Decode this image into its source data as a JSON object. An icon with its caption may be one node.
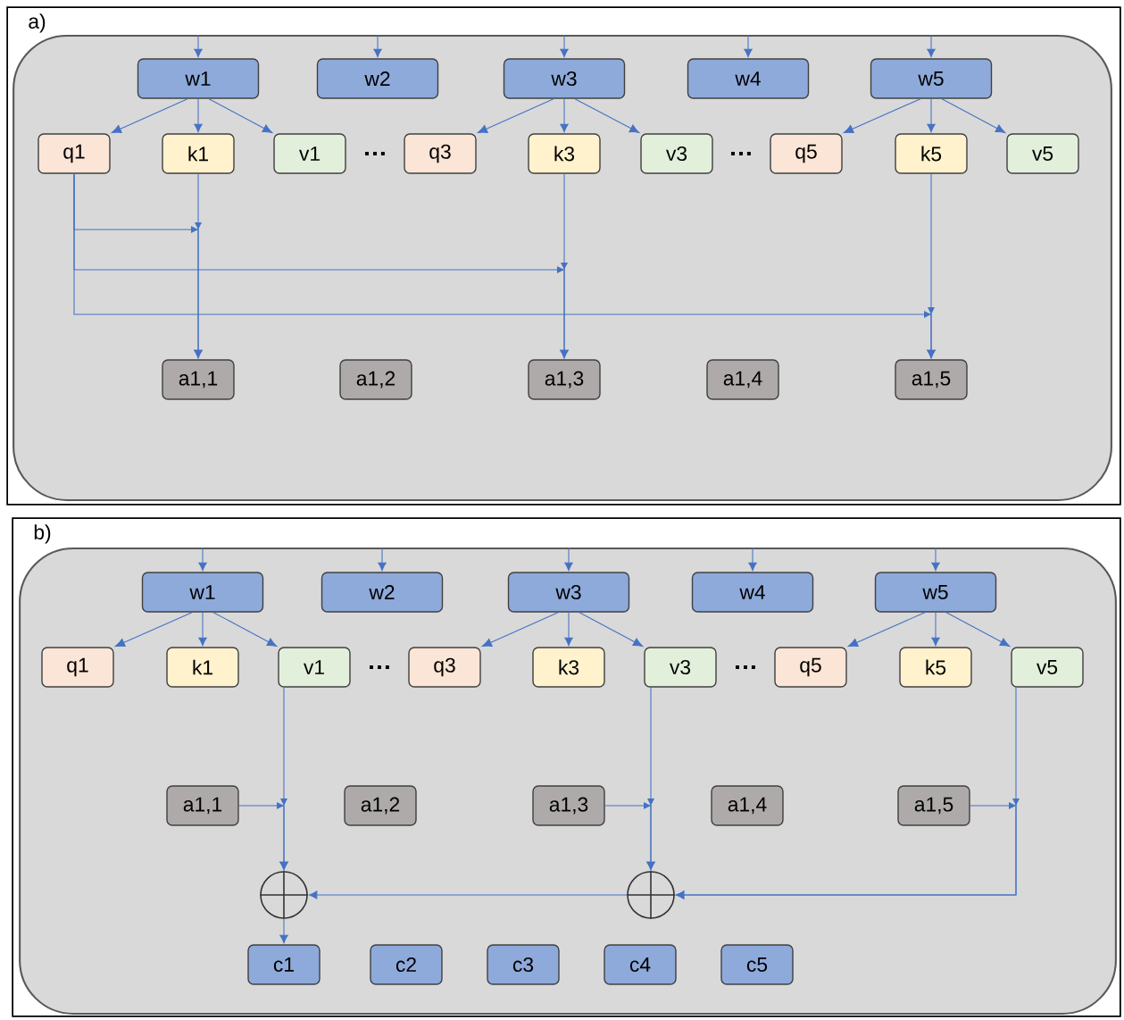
{
  "diagram": {
    "nodes": [
      {
        "text": [
          "a)"
        ]
      },
      {
        "text": [],
        "shape": "box",
        "in": 0
      },
      {
        "text": [
          "w1"
        ],
        "in": 1
      },
      {
        "text": [
          "w2"
        ],
        "in": 1
      },
      {
        "text": [
          "w3"
        ],
        "in": 1
      },
      {
        "text": [
          "w4"
        ],
        "in": 1
      },
      {
        "text": [
          "w5"
        ],
        "in": 1
      },
      {
        "text": [
          "q1"
        ],
        "in": 1
      },
      {
        "text": [
          "k1"
        ],
        "in": 1
      },
      {
        "text": [
          "v1"
        ],
        "in": 1
      },
      {
        "text": [
          "q3"
        ],
        "in": 1
      },
      {
        "text": [
          "k3"
        ],
        "in": 1
      },
      {
        "text": [
          "v3"
        ],
        "in": 1
      },
      {
        "text": [
          "q5"
        ],
        "in": 1
      },
      {
        "text": [
          "k5"
        ],
        "in": 1
      },
      {
        "text": [
          "v5"
        ],
        "in": 1
      },
      {
        "text": [
          "a1,1"
        ],
        "in": 1
      },
      {
        "text": [
          "a1,2"
        ],
        "in": 1
      },
      {
        "text": [
          "a1,3"
        ],
        "in": 1
      },
      {
        "text": [
          "a1,4"
        ],
        "in": 1
      },
      {
        "text": [
          "a1,5"
        ],
        "in": 1
      },
      {
        "text": [
          "b)"
        ]
      },
      {
        "text": [],
        "shape": "box",
        "in": 21
      },
      {
        "text": [
          "w1"
        ],
        "in": 22
      },
      {
        "text": [
          "w2"
        ],
        "in": 22
      },
      {
        "text": [
          "w3"
        ],
        "in": 22
      },
      {
        "text": [
          "w4"
        ],
        "in": 22
      },
      {
        "text": [
          "w5"
        ],
        "in": 22
      },
      {
        "text": [
          "q1"
        ],
        "in": 22
      },
      {
        "text": [
          "k1"
        ],
        "in": 22
      },
      {
        "text": [
          "v1"
        ],
        "in": 22
      },
      {
        "text": [
          "q3"
        ],
        "in": 22
      },
      {
        "text": [
          "k3"
        ],
        "in": 22
      },
      {
        "text": [
          "v3"
        ],
        "in": 22
      },
      {
        "text": [
          "q5"
        ],
        "in": 22
      },
      {
        "text": [
          "k5"
        ],
        "in": 22
      },
      {
        "text": [
          "v5"
        ],
        "in": 22
      },
      {
        "text": [
          "a1,1"
        ],
        "in": 22
      },
      {
        "text": [
          "a1,2"
        ],
        "in": 22
      },
      {
        "text": [
          "a1,3"
        ],
        "in": 22
      },
      {
        "text": [
          "a1,4"
        ],
        "in": 22
      },
      {
        "text": [
          "a1,5"
        ],
        "in": 22
      },
      {
        "text": [],
        "shape": "circle",
        "in": 22
      },
      {
        "text": [],
        "shape": "circle",
        "in": 22
      },
      {
        "text": [
          "c1"
        ],
        "in": 22
      },
      {
        "text": [
          "c2"
        ],
        "in": 22
      },
      {
        "text": [
          "c3"
        ],
        "in": 22
      },
      {
        "text": [
          "c4"
        ],
        "in": 22
      },
      {
        "text": [
          "c5"
        ],
        "in": 22
      }
    ],
    "edges": [
      {
        "from": null,
        "to": 2,
        "arrow": "to"
      },
      {
        "from": null,
        "to": 3,
        "arrow": "to"
      },
      {
        "from": null,
        "to": 4,
        "arrow": "to"
      },
      {
        "from": null,
        "to": 5,
        "arrow": "to"
      },
      {
        "from": null,
        "to": 6,
        "arrow": "to"
      },
      {
        "from": 2,
        "to": 7,
        "arrow": "to"
      },
      {
        "from": 2,
        "to": 8,
        "arrow": "to"
      },
      {
        "from": 2,
        "to": 9,
        "arrow": "to"
      },
      {
        "from": 4,
        "to": 10,
        "arrow": "to"
      },
      {
        "from": 4,
        "to": 11,
        "arrow": "to"
      },
      {
        "from": 4,
        "to": 12,
        "arrow": "to"
      },
      {
        "from": 6,
        "to": 13,
        "arrow": "to"
      },
      {
        "from": 6,
        "to": 14,
        "arrow": "to"
      },
      {
        "from": 6,
        "to": 15,
        "arrow": "to"
      },
      {
        "from": 7,
        "to": 16,
        "arrow": "to"
      },
      {
        "from": 8,
        "to": 16,
        "arrow": "to"
      },
      {
        "from": 7,
        "to": 18,
        "arrow": "to"
      },
      {
        "from": 11,
        "to": 18,
        "arrow": "to"
      },
      {
        "from": 7,
        "to": 20,
        "arrow": "to"
      },
      {
        "from": 14,
        "to": 20,
        "arrow": "to"
      },
      {
        "from": null,
        "to": 23,
        "arrow": "to"
      },
      {
        "from": null,
        "to": 24,
        "arrow": "to"
      },
      {
        "from": null,
        "to": 25,
        "arrow": "to"
      },
      {
        "from": null,
        "to": 26,
        "arrow": "to"
      },
      {
        "from": null,
        "to": 27,
        "arrow": "to"
      },
      {
        "from": 23,
        "to": 28,
        "arrow": "to"
      },
      {
        "from": 23,
        "to": 29,
        "arrow": "to"
      },
      {
        "from": 23,
        "to": 30,
        "arrow": "to"
      },
      {
        "from": 25,
        "to": 31,
        "arrow": "to"
      },
      {
        "from": 25,
        "to": 32,
        "arrow": "to"
      },
      {
        "from": 25,
        "to": 33,
        "arrow": "to"
      },
      {
        "from": 27,
        "to": 34,
        "arrow": "to"
      },
      {
        "from": 27,
        "to": 35,
        "arrow": "to"
      },
      {
        "from": 27,
        "to": 36,
        "arrow": "to"
      },
      {
        "from": 30,
        "to": 42,
        "arrow": "to"
      },
      {
        "from": 37,
        "to": 42,
        "arrow": "to"
      },
      {
        "from": 33,
        "to": 43,
        "arrow": "to"
      },
      {
        "from": 39,
        "to": 43,
        "arrow": "to"
      },
      {
        "from": 36,
        "to": 43,
        "arrow": "to"
      },
      {
        "from": 41,
        "to": 43,
        "arrow": "to"
      },
      {
        "from": 43,
        "to": 42,
        "arrow": "to"
      },
      {
        "from": 42,
        "to": 44,
        "arrow": "to"
      }
    ],
    "labels": [
      "…",
      "…",
      "…",
      "…"
    ]
  }
}
